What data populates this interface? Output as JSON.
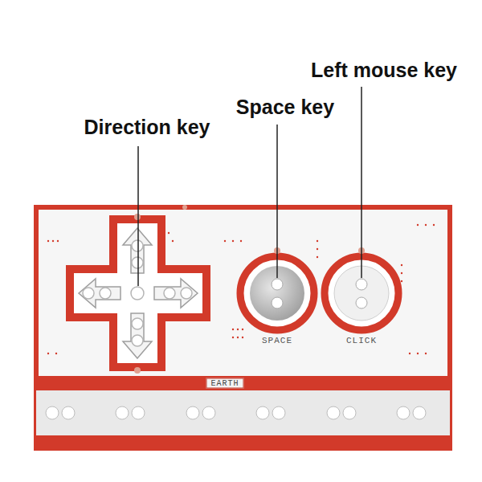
{
  "diagram": {
    "labels": [
      "Direction key",
      "Space key",
      "Left mouse key",
      "SPACE",
      "CLICK",
      "EARTH"
    ]
  }
}
